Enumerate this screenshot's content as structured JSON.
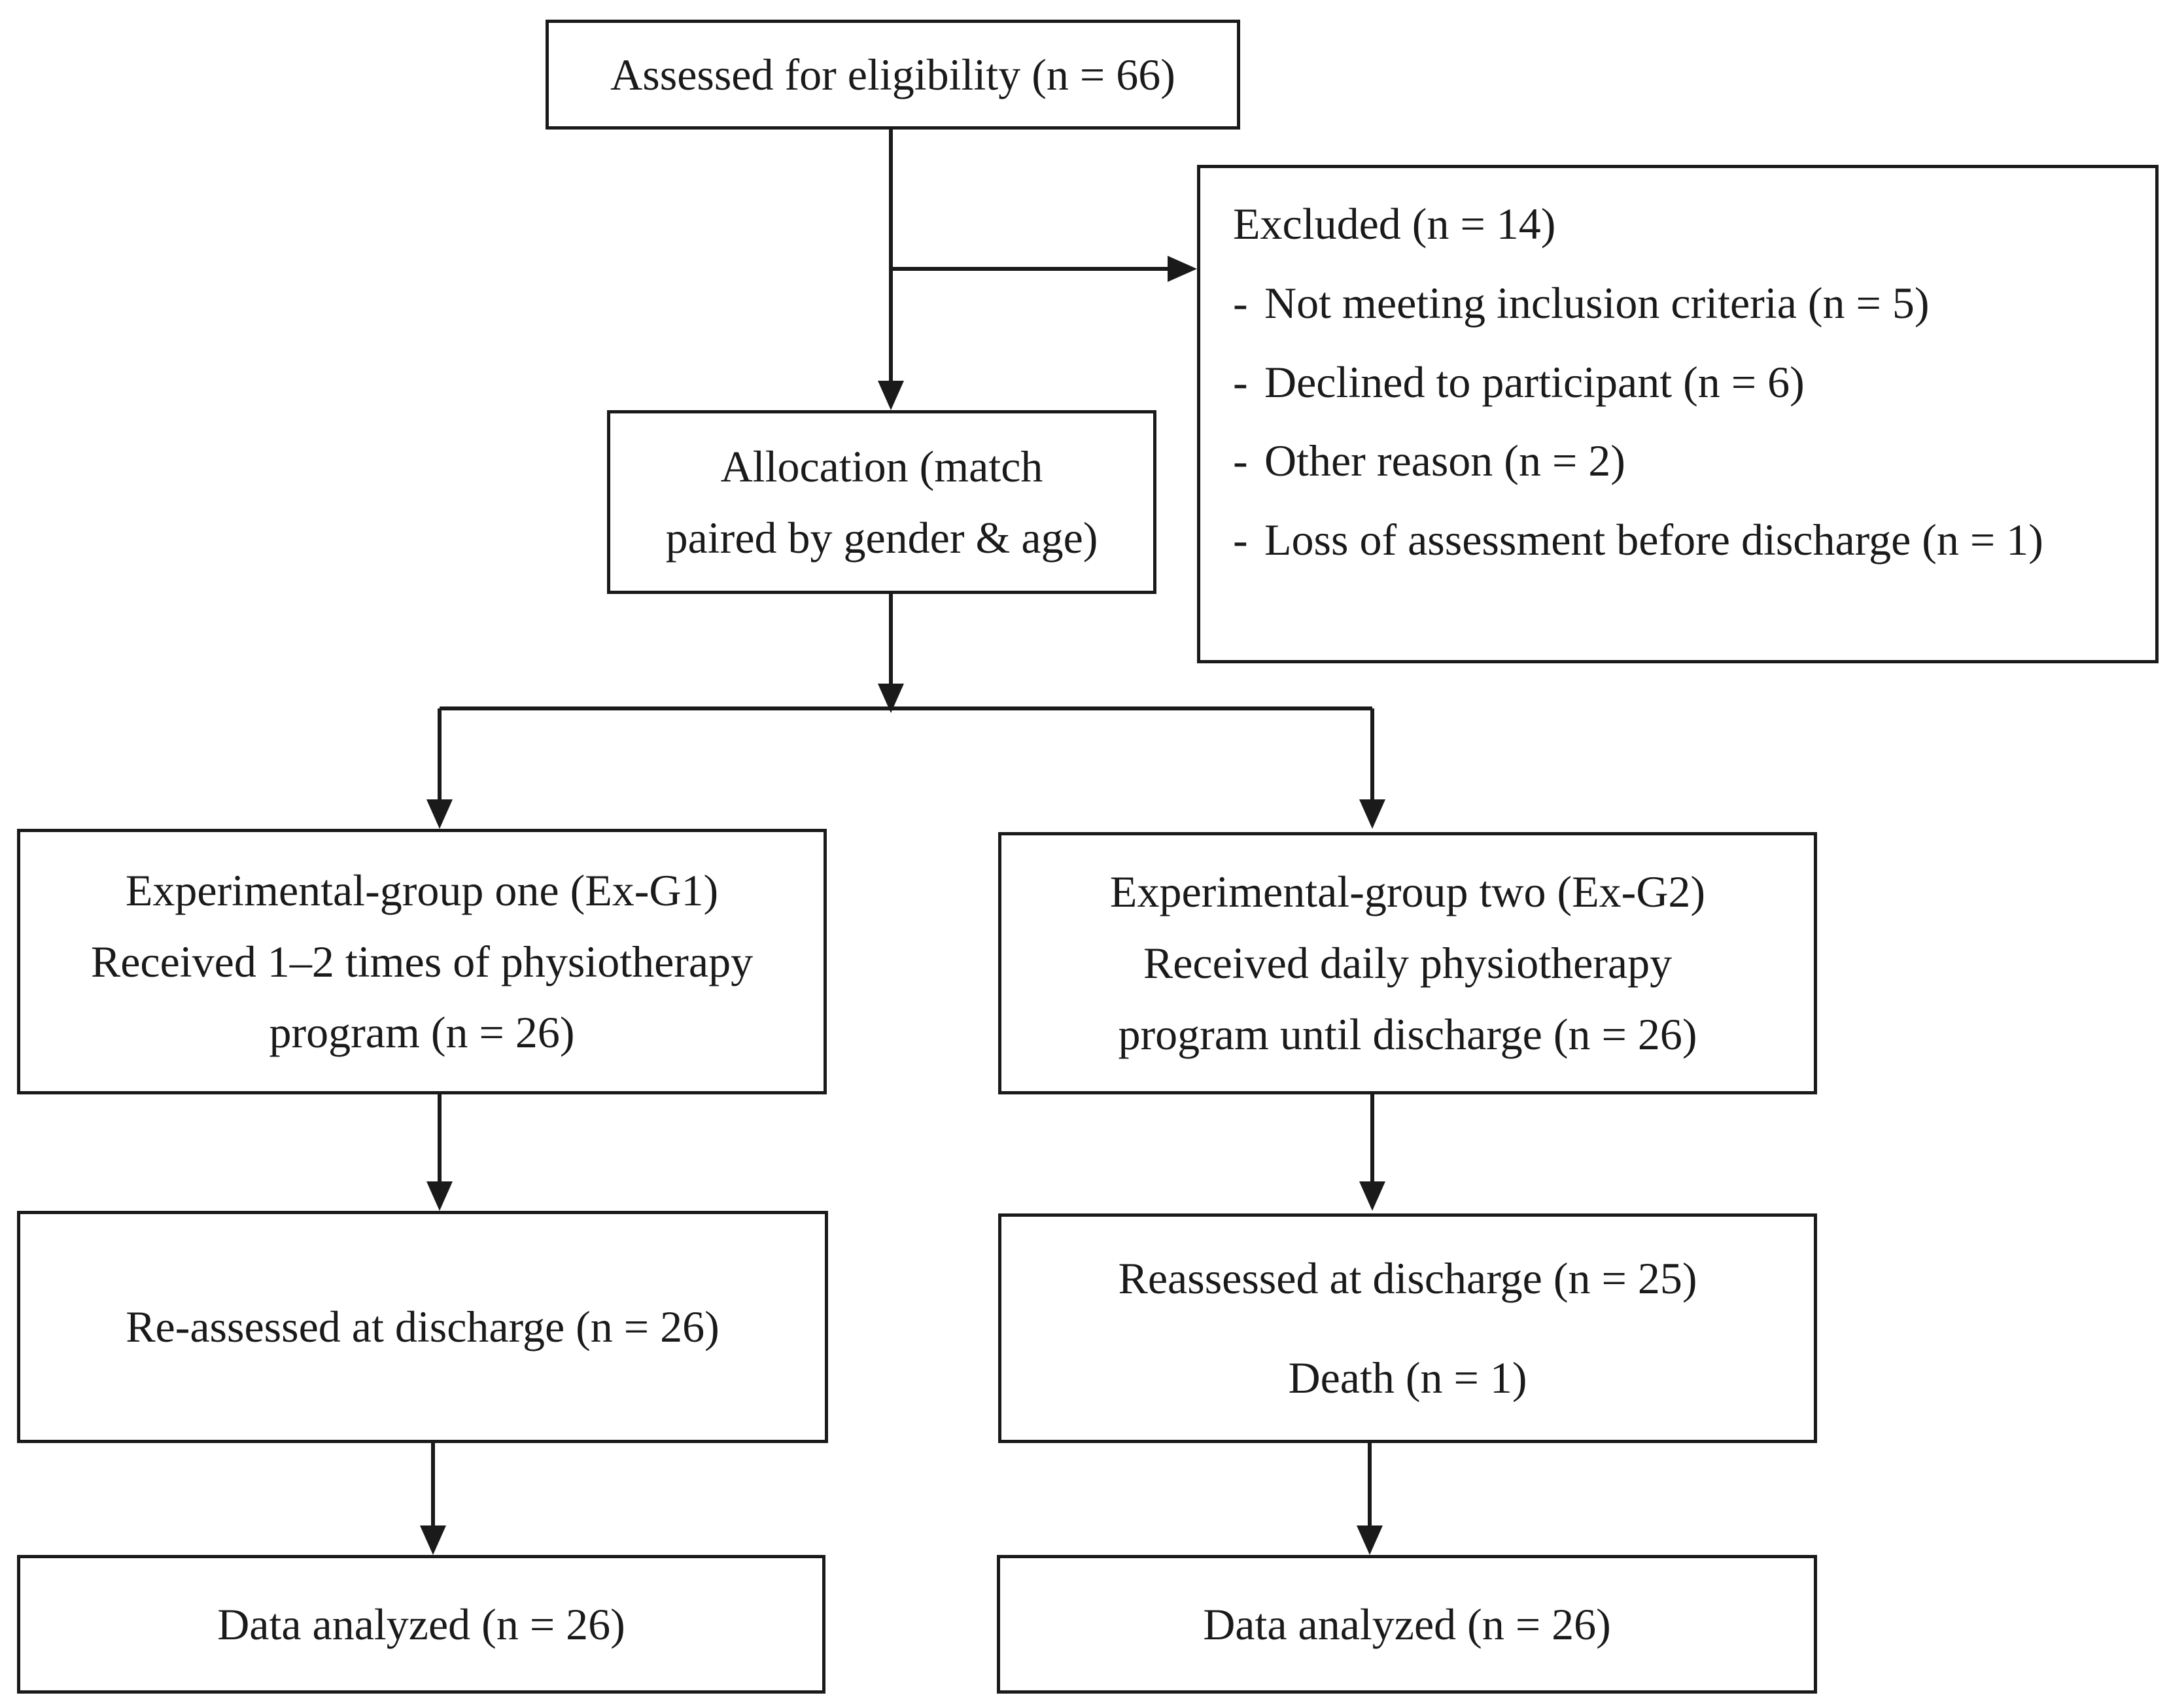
{
  "flow": {
    "assessed": "Assessed for eligibility (n = 66)",
    "excluded": {
      "title": "Excluded (n = 14)",
      "items": [
        "Not meeting inclusion criteria (n = 5)",
        "Declined to participant (n = 6)",
        "Other reason (n = 2)",
        "Loss of assessment before discharge (n = 1)"
      ]
    },
    "allocation": {
      "line1": "Allocation (match",
      "line2": "paired by gender & age)"
    },
    "group1": {
      "line1": "Experimental-group one (Ex-G1)",
      "line2": "Received 1–2 times of physiotherapy",
      "line3": "program (n = 26)",
      "reassessed": "Re-assessed at discharge (n = 26)",
      "analyzed": "Data analyzed (n = 26)"
    },
    "group2": {
      "line1": "Experimental-group two (Ex-G2)",
      "line2": "Received daily physiotherapy",
      "line3": "program until discharge (n = 26)",
      "reassessed": "Reassessed at discharge (n = 25)",
      "death": "Death (n = 1)",
      "analyzed": "Data analyzed (n = 26)"
    }
  },
  "colors": {
    "line": "#1a1a1a",
    "background": "#ffffff"
  }
}
